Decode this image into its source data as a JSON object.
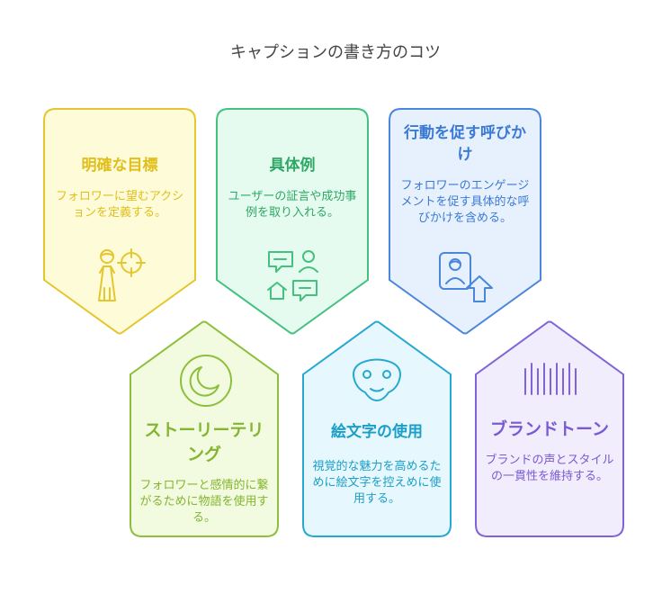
{
  "title": "キャプションの書き方のコツ",
  "cards": [
    {
      "id": "goal",
      "title": "明確な目標",
      "desc": "フォロワーに望むアクションを定義する。",
      "color": "#e4c62e",
      "fill": "#fefbd8",
      "text": "#e0bf1d",
      "icon": "person-target-icon"
    },
    {
      "id": "example",
      "title": "具体例",
      "desc": "ユーザーの証言や成功事例を取り入れる。",
      "color": "#44c07f",
      "fill": "#e5fbef",
      "text": "#2fa865",
      "icon": "chat-people-icon"
    },
    {
      "id": "cta",
      "title": "行動を促す呼びかけ",
      "desc": "フォロワーのエンゲージメントを促す具体的な呼びかけを含める。",
      "color": "#4a86db",
      "fill": "#e7f1fd",
      "text": "#3a79d4",
      "icon": "user-upload-icon"
    },
    {
      "id": "story",
      "title": "ストーリーテリング",
      "desc": "フォロワーと感情的に繋がるために物語を使用する。",
      "color": "#8dbf3c",
      "fill": "#f2fbdf",
      "text": "#84b530",
      "icon": "moon-circle-icon"
    },
    {
      "id": "emoji",
      "title": "絵文字の使用",
      "desc": "視覚的な魅力を高めるために絵文字を控えめに使用する。",
      "color": "#25a9d0",
      "fill": "#e6f7fd",
      "text": "#1b9fc9",
      "icon": "smile-face-icon"
    },
    {
      "id": "tone",
      "title": "ブランドトーン",
      "desc": "ブランドの声とスタイルの一貫性を維持する。",
      "color": "#8163d8",
      "fill": "#f1edfd",
      "text": "#7a59d4",
      "icon": "soundwave-icon"
    }
  ]
}
